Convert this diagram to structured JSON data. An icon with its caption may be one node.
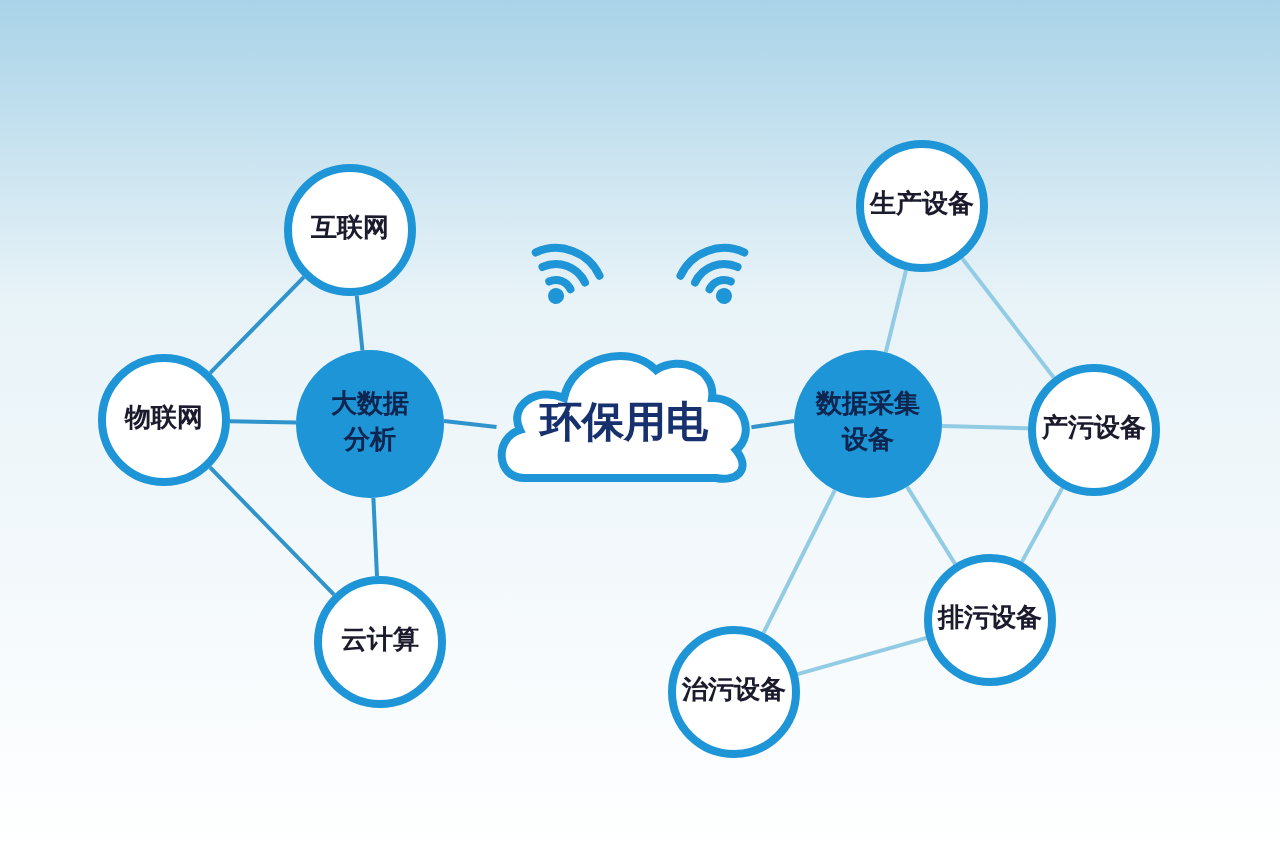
{
  "diagram": {
    "nodes": [
      {
        "text": [
          "互联网"
        ]
      },
      {
        "text": [
          "物联网"
        ]
      },
      {
        "text": [
          "大数据分析"
        ]
      },
      {
        "text": [
          "云计算"
        ]
      },
      {
        "text": [
          "环保用电"
        ]
      },
      {
        "text": [
          "生产设备"
        ]
      },
      {
        "text": [
          "数据采集设备"
        ]
      },
      {
        "text": [
          "产污设备"
        ]
      },
      {
        "text": [
          "排污设备"
        ]
      },
      {
        "text": [
          "治污设备"
        ]
      }
    ],
    "edges": [
      {
        "from": 1,
        "to": 0,
        "arrow": "none"
      },
      {
        "from": 0,
        "to": 2,
        "arrow": "none"
      },
      {
        "from": 1,
        "to": 2,
        "arrow": "none"
      },
      {
        "from": 1,
        "to": 3,
        "arrow": "none"
      },
      {
        "from": 2,
        "to": 3,
        "arrow": "none"
      },
      {
        "from": 2,
        "to": 4,
        "arrow": "none"
      },
      {
        "from": 4,
        "to": 6,
        "arrow": "none"
      },
      {
        "from": 6,
        "to": 5,
        "arrow": "none",
        "color": "#92cbe4"
      },
      {
        "from": 5,
        "to": 7,
        "arrow": "none",
        "color": "#92cbe4"
      },
      {
        "from": 6,
        "to": 7,
        "arrow": "none",
        "color": "#92cbe4"
      },
      {
        "from": 7,
        "to": 8,
        "arrow": "none",
        "color": "#92cbe4"
      },
      {
        "from": 6,
        "to": 8,
        "arrow": "none",
        "color": "#92cbe4"
      },
      {
        "from": 6,
        "to": 9,
        "arrow": "none",
        "color": "#92cbe4"
      },
      {
        "from": 9,
        "to": 8,
        "arrow": "none",
        "color": "#92cbe4"
      }
    ]
  }
}
